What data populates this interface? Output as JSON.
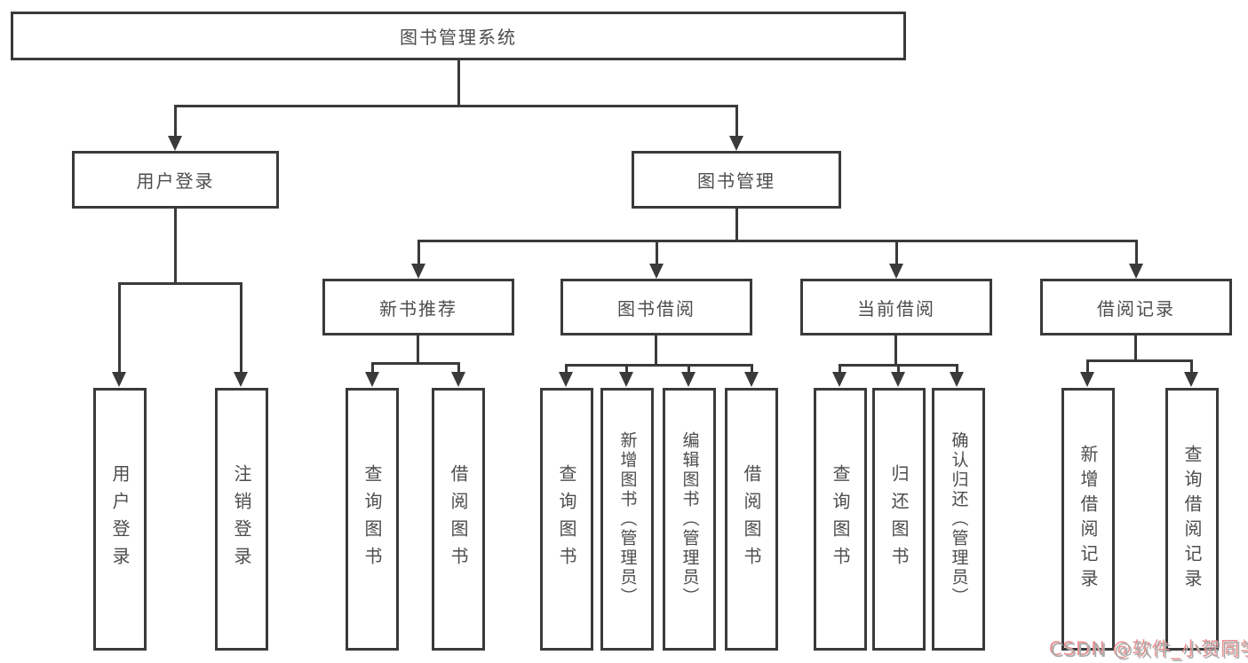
{
  "diagram": {
    "title_node": {
      "label": "图书管理系统"
    },
    "level2": [
      {
        "label": "用户登录"
      },
      {
        "label": "图书管理"
      }
    ],
    "level3": [
      {
        "label": "新书推荐"
      },
      {
        "label": "图书借阅"
      },
      {
        "label": "当前借阅"
      },
      {
        "label": "借阅记录"
      }
    ],
    "leaves": {
      "user_login": [
        {
          "label": "用户登录"
        },
        {
          "label": "注销登录"
        }
      ],
      "new_books": [
        {
          "label": "查询图书"
        },
        {
          "label": "借阅图书"
        }
      ],
      "book_borrow": [
        {
          "label": "查询图书"
        },
        {
          "label": "新增图书（管理员）"
        },
        {
          "label": "编辑图书（管理员）"
        },
        {
          "label": "借阅图书"
        }
      ],
      "current_borrow": [
        {
          "label": "查询图书"
        },
        {
          "label": "归还图书"
        },
        {
          "label": "确认归还（管理员）"
        }
      ],
      "borrow_records": [
        {
          "label": "新增借阅记录"
        },
        {
          "label": "查询借阅记录"
        }
      ]
    },
    "colors": {
      "line": "#3a3a3a",
      "text": "#4d4d4d",
      "background": "#ffffff",
      "watermark_text": "#ababab",
      "watermark_shadow": "#e89090"
    }
  },
  "watermark": {
    "label": "CSDN @软件_小贺同学"
  }
}
